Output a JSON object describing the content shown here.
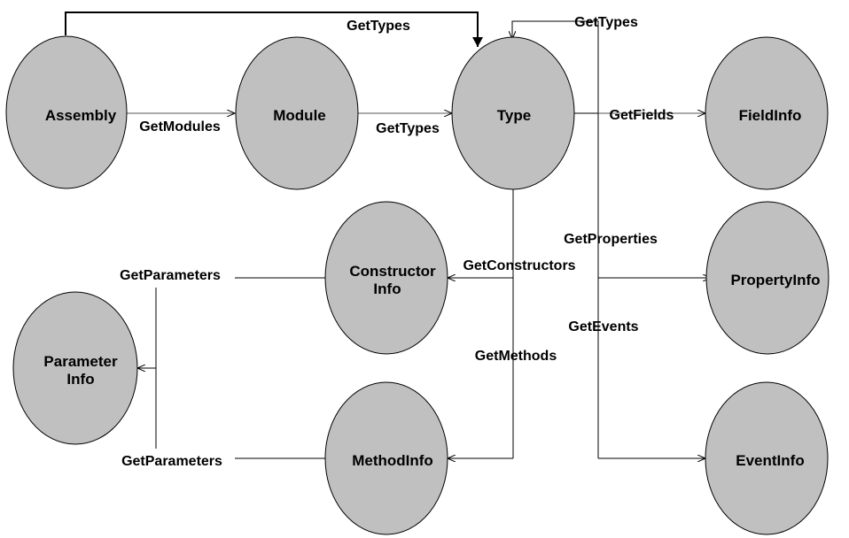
{
  "nodes": {
    "assembly": "Assembly",
    "module": "Module",
    "type": "Type",
    "fieldinfo": "FieldInfo",
    "propertyinfo": "PropertyInfo",
    "eventinfo": "EventInfo",
    "constructorinfo_1": "Constructor",
    "constructorinfo_2": "Info",
    "methodinfo": "MethodInfo",
    "parameterinfo_1": "Parameter",
    "parameterinfo_2": "Info"
  },
  "edges": {
    "gettypes_assembly": "GetTypes",
    "gettypes_nested": "GetTypes",
    "getmodules": "GetModules",
    "gettypes_module": "GetTypes",
    "getfields": "GetFields",
    "getproperties": "GetProperties",
    "getconstructors": "GetConstructors",
    "getevents": "GetEvents",
    "getmethods": "GetMethods",
    "getparameters_constructor": "GetParameters",
    "getparameters_method": "GetParameters"
  }
}
